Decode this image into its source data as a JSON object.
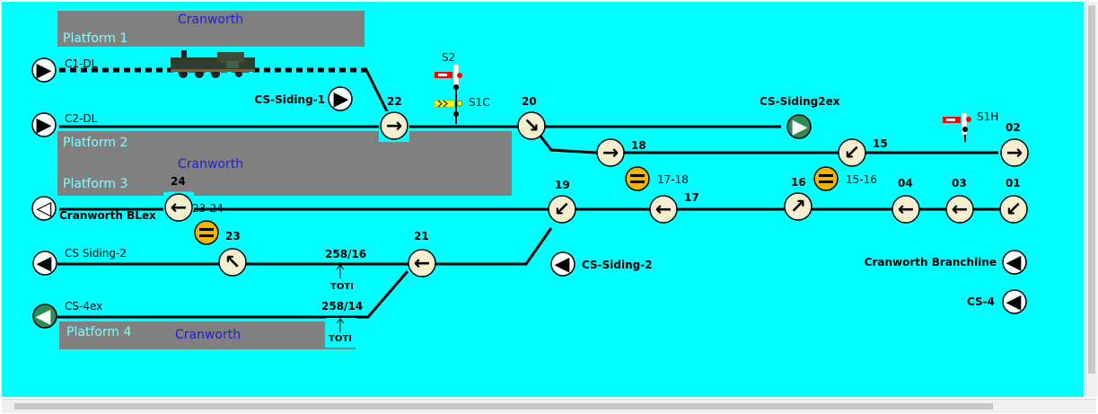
{
  "platforms": [
    {
      "name": "Platform 1",
      "station": "Cranworth"
    },
    {
      "name": "Platform 2",
      "station": ""
    },
    {
      "name": "Platform 3",
      "station": "Cranworth"
    },
    {
      "name": "Platform 4",
      "station": "Cranworth"
    }
  ],
  "entries": [
    {
      "id": "c1-dl",
      "label": "C1-DL",
      "glyph": "▶"
    },
    {
      "id": "c2-dl",
      "label": "C2-DL",
      "glyph": "▶"
    },
    {
      "id": "cranworth-blex",
      "label": "Cranworth BLex",
      "glyph": "◁"
    },
    {
      "id": "cs-siding-2-left",
      "label": "CS Siding-2",
      "glyph": "◀"
    },
    {
      "id": "cs-4ex",
      "label": "CS-4ex",
      "glyph": "◀"
    },
    {
      "id": "cs-siding-1",
      "label": "CS-Siding-1",
      "glyph": "▶"
    },
    {
      "id": "cs-siding2ex",
      "label": "CS-Siding2ex",
      "glyph": "▶"
    },
    {
      "id": "cs-siding-2-mid",
      "label": "CS-Siding-2",
      "glyph": "◀"
    },
    {
      "id": "cranworth-branchline",
      "label": "Cranworth Branchline",
      "glyph": "◀"
    },
    {
      "id": "cs-4",
      "label": "CS-4",
      "glyph": "◀"
    }
  ],
  "points": [
    {
      "id": "22",
      "label": "22",
      "glyph": "→"
    },
    {
      "id": "20",
      "label": "20",
      "glyph": "↘"
    },
    {
      "id": "18",
      "label": "18",
      "glyph": "→"
    },
    {
      "id": "15",
      "label": "15",
      "glyph": "↙"
    },
    {
      "id": "02",
      "label": "02",
      "glyph": "→"
    },
    {
      "id": "24",
      "label": "24",
      "glyph": "←"
    },
    {
      "id": "19",
      "label": "19",
      "glyph": "↙"
    },
    {
      "id": "17",
      "label": "17",
      "glyph": "←"
    },
    {
      "id": "16",
      "label": "16",
      "glyph": "↗"
    },
    {
      "id": "04",
      "label": "04",
      "glyph": "←"
    },
    {
      "id": "03",
      "label": "03",
      "glyph": "←"
    },
    {
      "id": "01",
      "label": "01",
      "glyph": "↙"
    },
    {
      "id": "23",
      "label": "23",
      "glyph": "↖"
    },
    {
      "id": "21",
      "label": "21",
      "glyph": "←"
    }
  ],
  "crossovers": [
    {
      "id": "17-18",
      "label": "17-18"
    },
    {
      "id": "15-16",
      "label": "15-16"
    },
    {
      "id": "23-24",
      "label": "23-24"
    }
  ],
  "signals": [
    {
      "id": "s2",
      "label": "S2"
    },
    {
      "id": "s1c",
      "label": "S1C"
    },
    {
      "id": "s1h",
      "label": "S1H"
    }
  ],
  "crossings": [
    {
      "id": "258-16",
      "label": "258/16",
      "toti": "TOTI"
    },
    {
      "id": "258-14",
      "label": "258/14",
      "toti": "TOTI"
    }
  ],
  "colors": {
    "background": "#00ffff",
    "platform": "#808080",
    "platform_text": "#7fffff",
    "station_text": "#2020d0",
    "point_fill": "#f6efcf",
    "crossover_fill": "#f2b400",
    "active_entry": "#2e8b57",
    "track": "#000000"
  }
}
